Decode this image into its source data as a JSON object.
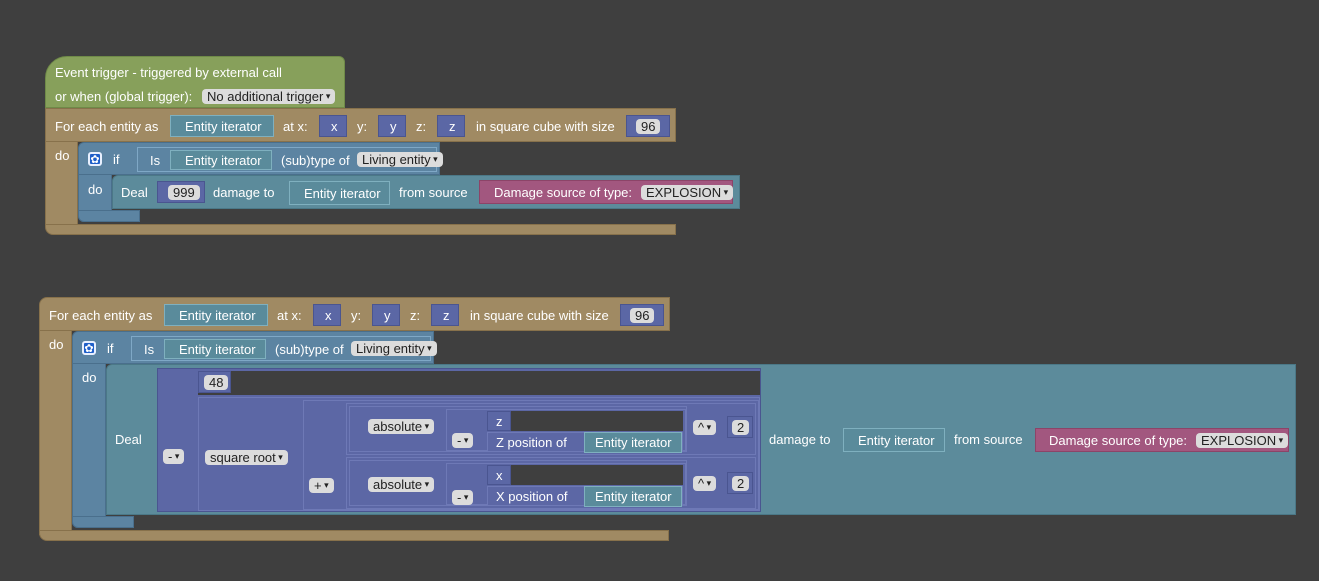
{
  "block1": {
    "event_title": "Event trigger - triggered by external call",
    "global_trigger_label": "or when (global trigger):",
    "global_trigger_value": "No additional trigger",
    "foreach": {
      "prefix": "For each entity as",
      "iterator": "Entity iterator",
      "at_x": "at x:",
      "x": "x",
      "y_label": "y:",
      "y": "y",
      "z_label": "z:",
      "z": "z",
      "cube_label": "in square cube with size",
      "size": "96"
    },
    "do_label": "do",
    "if_label": "if",
    "is_label": "Is",
    "is_entity": "Entity iterator",
    "subtype_label": "(sub)type of",
    "subtype_value": "Living entity",
    "if_do_label": "do",
    "deal_label": "Deal",
    "damage_value": "999",
    "damage_to": "damage to",
    "target": "Entity iterator",
    "from_source": "from source",
    "source_label": "Damage source of type:",
    "source_value": "EXPLOSION"
  },
  "block2": {
    "foreach": {
      "prefix": "For each entity as",
      "iterator": "Entity iterator",
      "at_x": "at x:",
      "x": "x",
      "y_label": "y:",
      "y": "y",
      "z_label": "z:",
      "z": "z",
      "cube_label": "in square cube with size",
      "size": "96"
    },
    "do_label": "do",
    "if_label": "if",
    "is_label": "Is",
    "is_entity": "Entity iterator",
    "subtype_label": "(sub)type of",
    "subtype_value": "Living entity",
    "if_do_label": "do",
    "deal_label": "Deal",
    "minus_op": "-",
    "num48": "48",
    "sqrt_op": "square root",
    "plus_op": "+",
    "abs1": "absolute",
    "minus1": "-",
    "z_var": "z",
    "z_position": "Z position of",
    "z_entity": "Entity iterator",
    "pow1": "^",
    "exp1": "2",
    "abs2": "absolute",
    "minus2": "-",
    "x_var": "x",
    "x_position": "X position of",
    "x_entity": "Entity iterator",
    "pow2": "^",
    "exp2": "2",
    "damage_to": "damage to",
    "target": "Entity iterator",
    "from_source": "from source",
    "source_label": "Damage source of type:",
    "source_value": "EXPLOSION"
  },
  "colors": {
    "event": "#87a05b",
    "loop": "#a08a63",
    "logic": "#5c84a2",
    "entity": "#5a8b9b",
    "math": "#5b67a5",
    "damage_source": "#a2577f",
    "workspace": "#3f3f3f"
  }
}
